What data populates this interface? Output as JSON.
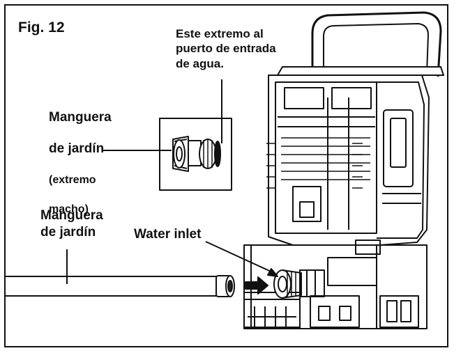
{
  "figure": {
    "title": "Fig. 12",
    "callouts": {
      "end_to_port": "Este extremo al\npuerto de entrada\nde agua.",
      "hose_male_line1": "Manguera",
      "hose_male_line2": "de jardín",
      "hose_male_line3": "(extremo",
      "hose_male_line4": "macho)",
      "hose": "Manguera\nde jardín",
      "water_inlet": "Water inlet"
    }
  },
  "colors": {
    "ink": "#111111",
    "background": "#ffffff"
  },
  "icons": [
    "hose-connector-icon",
    "arrow-right-icon",
    "pressure-washer-illustration"
  ]
}
